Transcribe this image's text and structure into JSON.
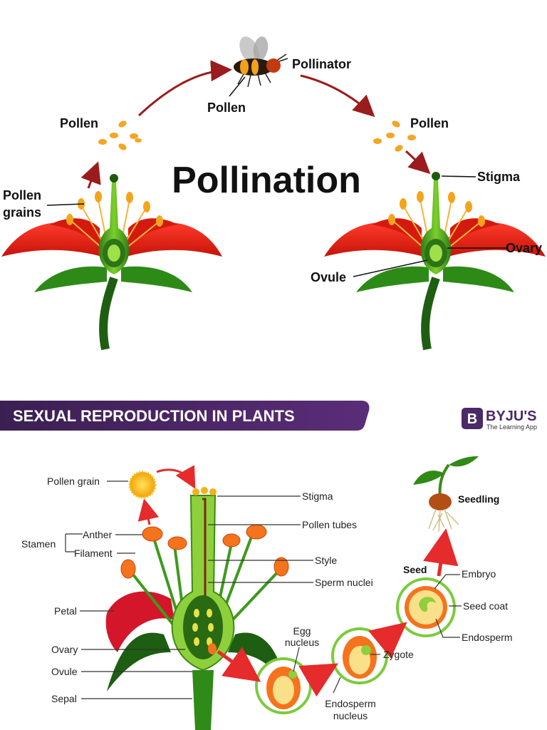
{
  "pollination": {
    "title": "Pollination",
    "labels": {
      "pollinator": "Pollinator",
      "pollen_bee": "Pollen",
      "pollen_left": "Pollen",
      "pollen_right": "Pollen",
      "pollen_grains_1": "Pollen",
      "pollen_grains_2": "grains",
      "stigma": "Stigma",
      "ovary": "Ovary",
      "ovule": "Ovule"
    }
  },
  "reproduction": {
    "banner_title": "SEXUAL REPRODUCTION IN PLANTS",
    "brand": {
      "name": "BYJU'S",
      "tagline": "The Learning App",
      "logo_letter": "B",
      "color": "#4a2a67"
    },
    "labels": {
      "pollen_grain": "Pollen grain",
      "stigma": "Stigma",
      "pollen_tubes": "Pollen tubes",
      "stamen": "Stamen",
      "anther": "Anther",
      "filament": "Filament",
      "style": "Style",
      "sperm_nuclei": "Sperm nuclei",
      "petal": "Petal",
      "ovary": "Ovary",
      "ovule": "Ovule",
      "sepal": "Sepal",
      "egg_nucleus_1": "Egg",
      "egg_nucleus_2": "nucleus",
      "zygote": "Zygote",
      "endosperm_nucleus_1": "Endosperm",
      "endosperm_nucleus_2": "nucleus",
      "seed": "Seed",
      "embryo": "Embryo",
      "seed_coat": "Seed coat",
      "endosperm": "Endosperm",
      "seedling": "Seedling"
    }
  }
}
